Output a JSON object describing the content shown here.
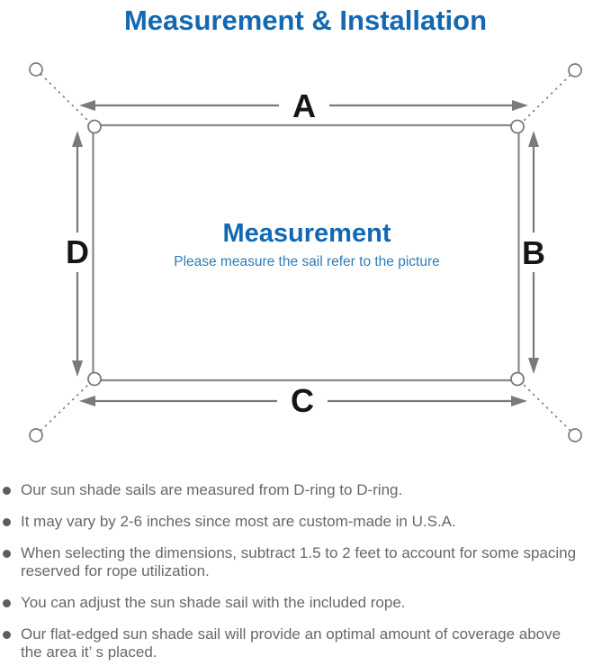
{
  "title": "Measurement & Installation",
  "diagram": {
    "labels": {
      "top": "A",
      "right": "B",
      "bottom": "C",
      "left": "D"
    },
    "center_title": "Measurement",
    "center_subtitle": "Please measure the sail refer to the picture"
  },
  "notes": {
    "items": [
      {
        "text": "Our sun shade sails are measured from D-ring to D-ring."
      },
      {
        "text": "It may vary by 2-6 inches since most are custom-made in U.S.A."
      },
      {
        "text": "When selecting the dimensions, subtract 1.5 to 2 feet to account for some spacing\nreserved for rope utilization."
      },
      {
        "text": "You can adjust the sun shade sail with the included rope."
      },
      {
        "text": "Our flat-edged sun shade sail will provide an optimal amount of coverage above\nthe area it’ s placed."
      }
    ]
  },
  "colors": {
    "accent_blue": "#1368b4",
    "subtitle_blue": "#2e7db6",
    "line_gray": "#7a7a7a",
    "label_black": "#161616",
    "note_gray": "#686868"
  }
}
